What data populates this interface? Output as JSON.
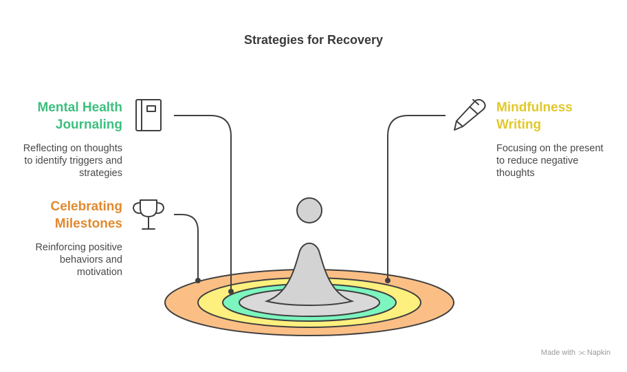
{
  "title": "Strategies for Recovery",
  "items": [
    {
      "heading_line1": "Mental Health",
      "heading_line2": "Journaling",
      "desc_line1": "Reflecting on thoughts",
      "desc_line2": "to identify triggers and",
      "desc_line3": "strategies",
      "icon": "journal-icon",
      "color": "#3dbf7e"
    },
    {
      "heading_line1": "Celebrating",
      "heading_line2": "Milestones",
      "desc_line1": "Reinforcing positive",
      "desc_line2": "behaviors and",
      "desc_line3": "motivation",
      "icon": "trophy-icon",
      "color": "#e08a2f"
    },
    {
      "heading_line1": "Mindfulness",
      "heading_line2": "Writing",
      "desc_line1": "Focusing on the present",
      "desc_line2": "to reduce negative",
      "desc_line3": "thoughts",
      "icon": "pen-icon",
      "color": "#e2c82a"
    }
  ],
  "footer": {
    "made_with": "Made with",
    "brand": "Napkin"
  }
}
